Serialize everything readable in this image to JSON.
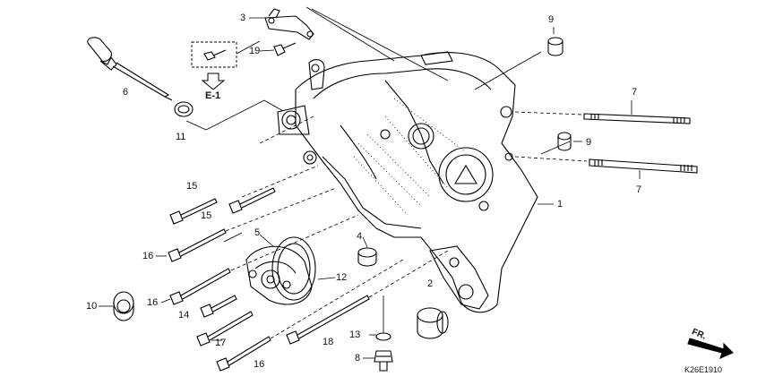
{
  "diagram": {
    "reference_code": "K26E1910",
    "direction_label": "FR.",
    "view_label": "E-1",
    "callouts": [
      "3",
      "9",
      "19",
      "6",
      "7",
      "11",
      "9",
      "7",
      "15",
      "15",
      "1",
      "5",
      "4",
      "16",
      "12",
      "2",
      "10",
      "16",
      "14",
      "13",
      "17",
      "18",
      "8",
      "16"
    ]
  }
}
